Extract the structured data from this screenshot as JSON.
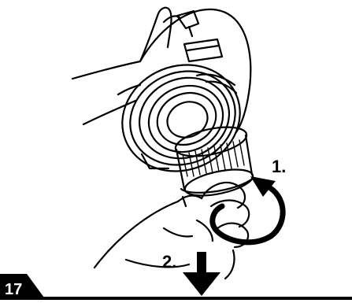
{
  "figure": {
    "number": "17",
    "steps": [
      {
        "label": "1.",
        "action": "rotate"
      },
      {
        "label": "2.",
        "action": "pull-down"
      }
    ]
  },
  "colors": {
    "ink": "#000000",
    "paper": "#ffffff"
  }
}
